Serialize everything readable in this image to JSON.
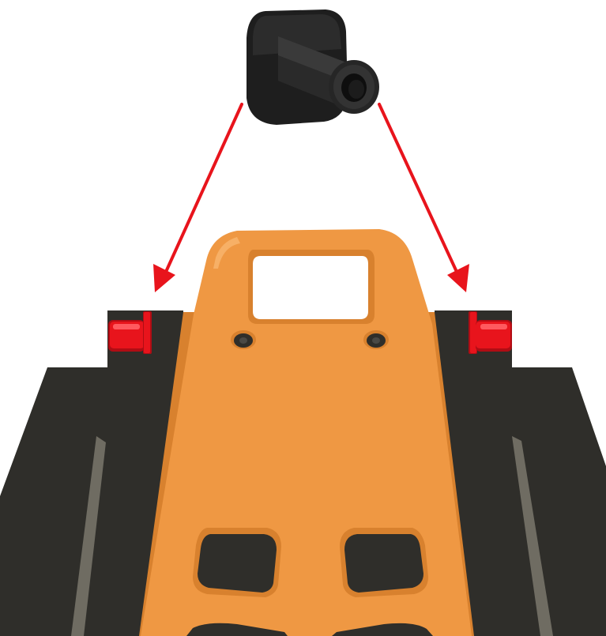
{
  "colors": {
    "background": "#ffffff",
    "plate": "#ef9843",
    "plate_highlight": "#f7b066",
    "plate_shadow": "#d8812e",
    "frame": "#2f2e2a",
    "frame_edge": "#4a4945",
    "rail_highlight": "#6f6c62",
    "bushing_black": "#1e1e1e",
    "bushing_black_light": "#3a3a3a",
    "bushing_red": "#e8141c",
    "bushing_red_dark": "#b00d14",
    "arrow": "#e8141c"
  },
  "parts": {
    "exploded_part": "flanged-bushing",
    "installed_count": 2
  },
  "icons": {
    "arrow_head": "arrowhead"
  }
}
